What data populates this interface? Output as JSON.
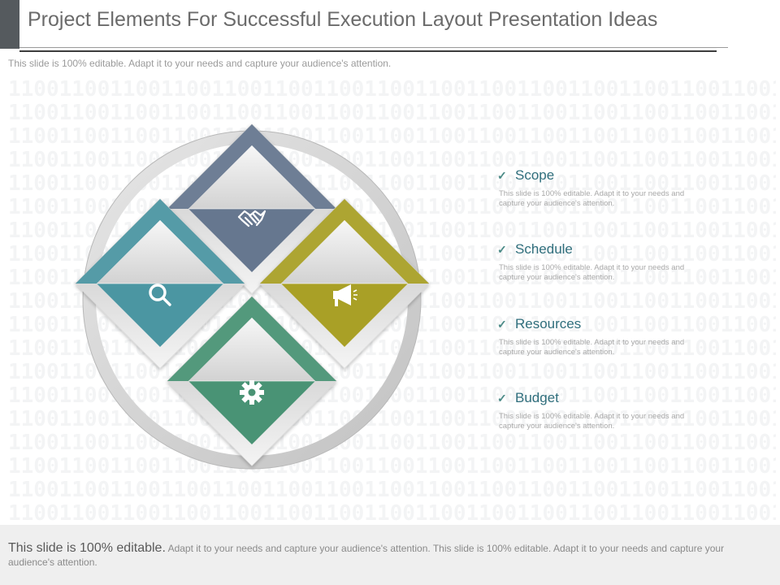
{
  "slide": {
    "title": "Project Elements For Successful Execution Layout Presentation Ideas",
    "subtitle": "This slide is 100% editable. Adapt it to your needs and capture your audience's attention."
  },
  "background_text_pattern": "1100110011001100110011001100110011001100110011001100110011001100",
  "diagram": {
    "tiles": [
      {
        "position": "top",
        "color": "#66778f",
        "icon": "handshake-icon"
      },
      {
        "position": "left",
        "color": "#4c96a2",
        "icon": "magnifier-icon"
      },
      {
        "position": "right",
        "color": "#a9a025",
        "icon": "megaphone-icon"
      },
      {
        "position": "bottom",
        "color": "#4a9374",
        "icon": "gear-icon"
      }
    ],
    "ring_color": "#cfcfcf"
  },
  "items": [
    {
      "title": "Scope",
      "desc": "This slide is 100% editable. Adapt it to your needs and capture your audience's attention."
    },
    {
      "title": "Schedule",
      "desc": "This slide is 100% editable. Adapt it to your needs and capture your audience's attention."
    },
    {
      "title": "Resources",
      "desc": "This slide is 100% editable. Adapt it to your needs and capture your audience's attention."
    },
    {
      "title": "Budget",
      "desc": "This slide is 100% editable. Adapt it to your needs and capture your audience's attention."
    }
  ],
  "checkmark": "✓",
  "footer": {
    "lead": "This slide is 100% editable.",
    "rest": " Adapt it to your needs and capture your audience's attention. This slide is 100% editable. Adapt it to your needs and capture your audience's attention."
  }
}
